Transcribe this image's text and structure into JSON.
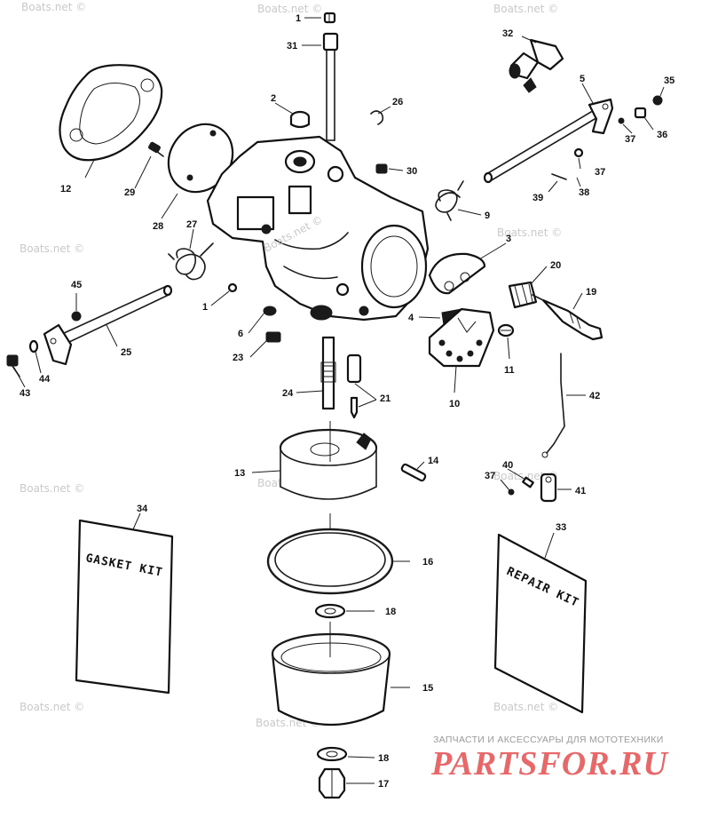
{
  "watermark": "Boats.net ©",
  "callouts": [
    {
      "id": "c1a",
      "label": "1"
    },
    {
      "id": "c1b",
      "label": "1"
    },
    {
      "id": "c2",
      "label": "2"
    },
    {
      "id": "c3",
      "label": "3"
    },
    {
      "id": "c4",
      "label": "4"
    },
    {
      "id": "c5",
      "label": "5"
    },
    {
      "id": "c6",
      "label": "6"
    },
    {
      "id": "c9",
      "label": "9"
    },
    {
      "id": "c10",
      "label": "10"
    },
    {
      "id": "c11",
      "label": "11"
    },
    {
      "id": "c12",
      "label": "12"
    },
    {
      "id": "c13",
      "label": "13"
    },
    {
      "id": "c14",
      "label": "14"
    },
    {
      "id": "c15",
      "label": "15"
    },
    {
      "id": "c16",
      "label": "16"
    },
    {
      "id": "c17",
      "label": "17"
    },
    {
      "id": "c18a",
      "label": "18"
    },
    {
      "id": "c18b",
      "label": "18"
    },
    {
      "id": "c19",
      "label": "19"
    },
    {
      "id": "c20",
      "label": "20"
    },
    {
      "id": "c21",
      "label": "21"
    },
    {
      "id": "c23",
      "label": "23"
    },
    {
      "id": "c24",
      "label": "24"
    },
    {
      "id": "c25",
      "label": "25"
    },
    {
      "id": "c26",
      "label": "26"
    },
    {
      "id": "c27",
      "label": "27"
    },
    {
      "id": "c28",
      "label": "28"
    },
    {
      "id": "c29",
      "label": "29"
    },
    {
      "id": "c30",
      "label": "30"
    },
    {
      "id": "c31",
      "label": "31"
    },
    {
      "id": "c32",
      "label": "32"
    },
    {
      "id": "c33",
      "label": "33"
    },
    {
      "id": "c34",
      "label": "34"
    },
    {
      "id": "c35",
      "label": "35"
    },
    {
      "id": "c36",
      "label": "36"
    },
    {
      "id": "c37a",
      "label": "37"
    },
    {
      "id": "c37b",
      "label": "37"
    },
    {
      "id": "c37c",
      "label": "37"
    },
    {
      "id": "c38",
      "label": "38"
    },
    {
      "id": "c39",
      "label": "39"
    },
    {
      "id": "c40",
      "label": "40"
    },
    {
      "id": "c41",
      "label": "41"
    },
    {
      "id": "c42",
      "label": "42"
    },
    {
      "id": "c43",
      "label": "43"
    },
    {
      "id": "c44",
      "label": "44"
    },
    {
      "id": "c45",
      "label": "45"
    }
  ],
  "gasket_kit_label": "GASKET KIT",
  "repair_kit_label": "REPAIR KIT",
  "footer": {
    "caption": "ЗАПЧАСТИ И АКСЕССУАРЫ ДЛЯ МОТОТЕХНИКИ",
    "logo": "PARTSFOR.RU",
    "logo_color": "#e8686a"
  }
}
